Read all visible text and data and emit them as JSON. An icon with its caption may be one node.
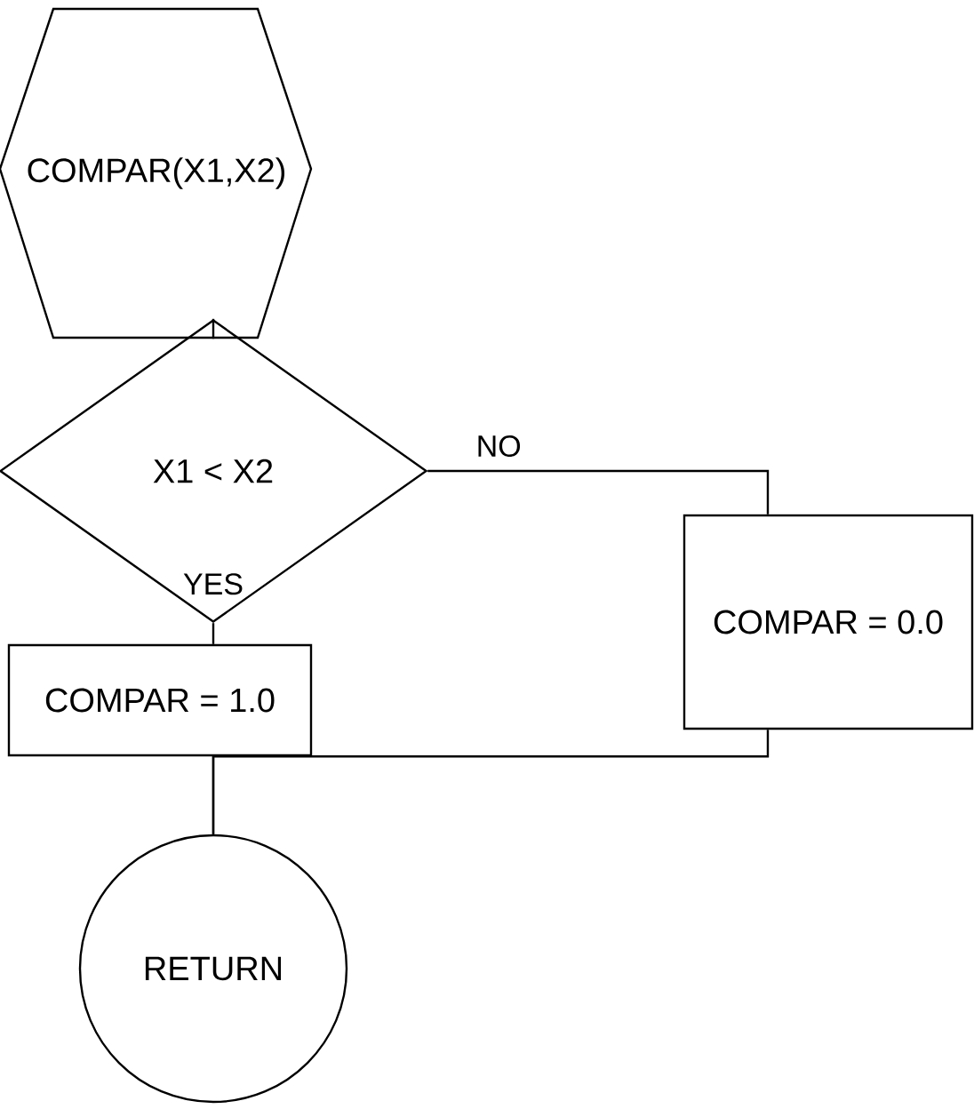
{
  "diagram": {
    "nodes": [
      {
        "text": [
          "COMPAR(X1,X2)"
        ]
      },
      {
        "text": [
          "X1 < X2"
        ]
      },
      {
        "text": [
          "COMPAR = 0.0"
        ]
      },
      {
        "text": [
          "COMPAR = 1.0"
        ]
      },
      {
        "text": [
          "RETURN"
        ]
      }
    ],
    "edges": [
      {
        "from": 0,
        "to": 1,
        "arrow": "none"
      },
      {
        "from": 1,
        "to": 2,
        "arrow": "none",
        "label": "NO"
      },
      {
        "from": 1,
        "to": 3,
        "arrow": "none",
        "label": "YES"
      },
      {
        "from": 3,
        "to": 4,
        "arrow": "none"
      },
      {
        "from": 2,
        "to": 4,
        "arrow": "none"
      }
    ]
  }
}
